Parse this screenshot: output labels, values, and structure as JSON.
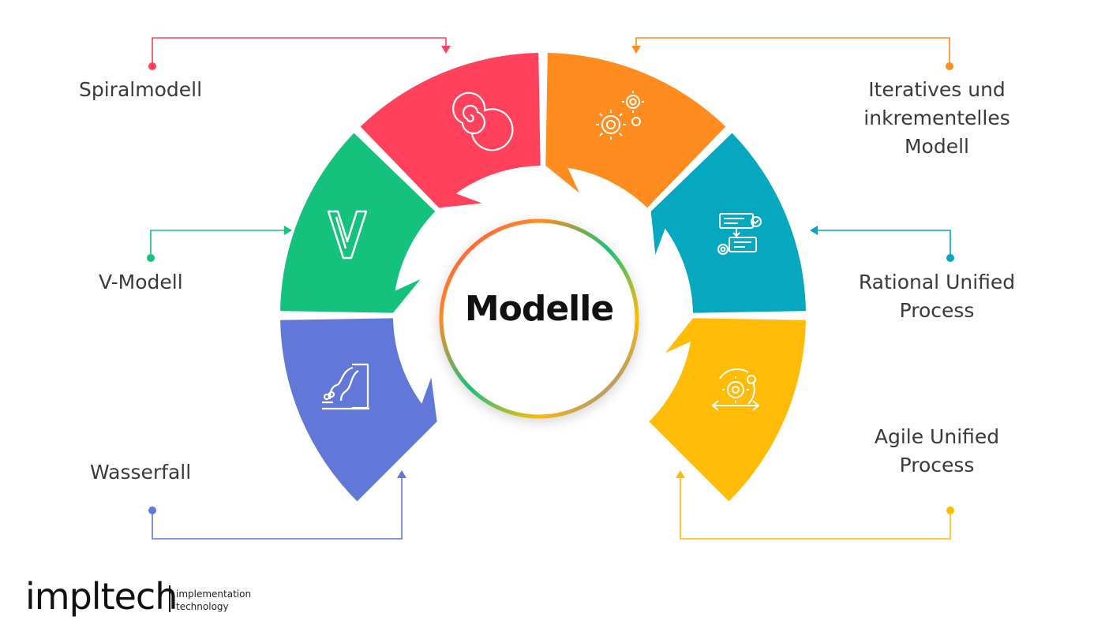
{
  "center": {
    "title": "Modelle"
  },
  "segments": [
    {
      "id": "wasserfall",
      "label": "Wasserfall",
      "color": "#6178D8",
      "icon": "waterfall-icon"
    },
    {
      "id": "v-modell",
      "label": "V-Modell",
      "color": "#14C27D",
      "icon": "v-letter-icon"
    },
    {
      "id": "spiral",
      "label": "Spiralmodell",
      "color": "#FF415C",
      "icon": "spiral-icon"
    },
    {
      "id": "iterativ",
      "label": "Iteratives und inkrementelles Modell",
      "color": "#FF8C1F",
      "icon": "gears-icon"
    },
    {
      "id": "rup",
      "label": "Rational Unified Process",
      "color": "#05A8BF",
      "icon": "process-flow-icon"
    },
    {
      "id": "aup",
      "label": "Agile Unified Process",
      "color": "#FFBB05",
      "icon": "agile-cycle-icon"
    }
  ],
  "labels": {
    "spiral": "Spiralmodell",
    "vmodell": "V-Modell",
    "wasserfall": "Wasserfall",
    "iterativ_1": "Iteratives und",
    "iterativ_2": "inkrementelles",
    "iterativ_3": "Modell",
    "rup_1": "Rational Unified",
    "rup_2": "Process",
    "aup_1": "Agile Unified",
    "aup_2": "Process"
  },
  "logo": {
    "word": "impltech",
    "tag_1": "implementation",
    "tag_2": "technology"
  }
}
